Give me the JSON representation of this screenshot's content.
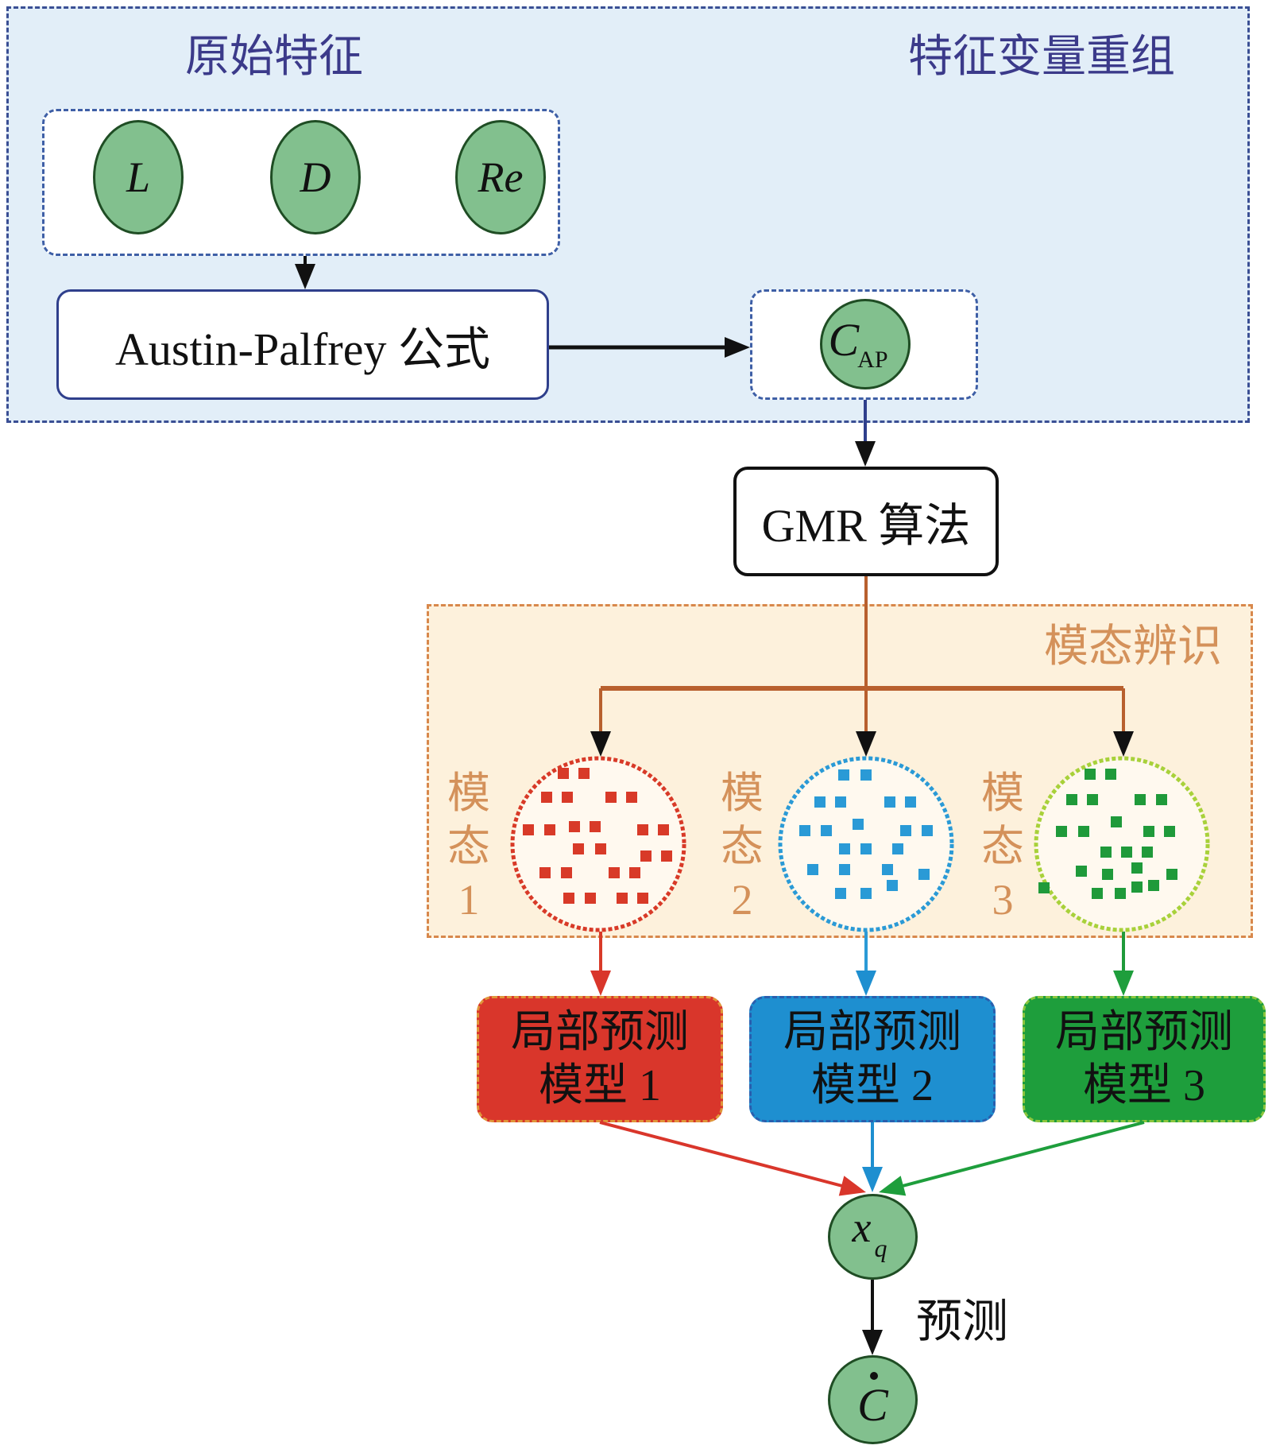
{
  "groups": {
    "feature_recombination": {
      "left_title": "原始特征",
      "right_title": "特征变量重组",
      "colors": {
        "fill": "#e2eef8",
        "border": "#3a4f94",
        "title": "#3b3a8a"
      }
    },
    "mode_identification": {
      "title": "模态辨识",
      "colors": {
        "fill": "#fdf1dc",
        "border": "#d8884c",
        "title": "#d4915a"
      }
    }
  },
  "original_features": [
    {
      "symbol": "L"
    },
    {
      "symbol": "D"
    },
    {
      "symbol": "Re"
    }
  ],
  "formula_box": {
    "label": "Austin-Palfrey 公式"
  },
  "cap_node": {
    "symbol": "C",
    "subscript": "AP"
  },
  "algorithm_box": {
    "label": "GMR 算法"
  },
  "modes": [
    {
      "label_chars": [
        "模",
        "态",
        "1"
      ],
      "color": "#d83a28"
    },
    {
      "label_chars": [
        "模",
        "态",
        "2"
      ],
      "color": "#2a9ad6"
    },
    {
      "label_chars": [
        "模",
        "态",
        "3"
      ],
      "color": "#1f9a3a"
    }
  ],
  "local_models": [
    {
      "line1": "局部预测",
      "line2": "模型 1",
      "color": "#d9362b"
    },
    {
      "line1": "局部预测",
      "line2": "模型 2",
      "color": "#1e8fd0"
    },
    {
      "line1": "局部预测",
      "line2": "模型 3",
      "color": "#1e9e3c"
    }
  ],
  "output_node": {
    "symbol": "x",
    "subscript": "q"
  },
  "prediction_label": "预测",
  "final_node": {
    "symbol": "C",
    "accent": "dot"
  },
  "node_color": "#82c08e"
}
